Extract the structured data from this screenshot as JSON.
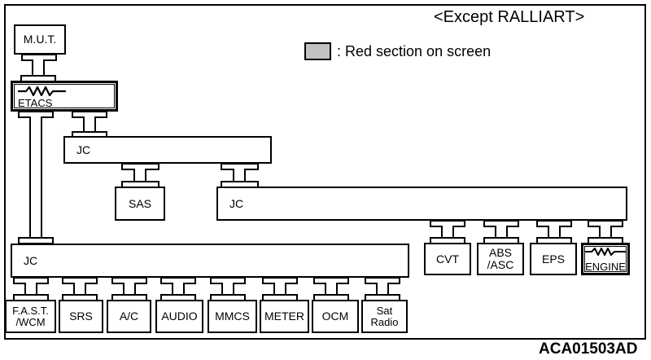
{
  "figure": {
    "title": "<Except RALLIART>",
    "code": "ACA01503AD",
    "legend": {
      "swatch_color": "#c2c2c2",
      "text": ": Red section on screen"
    }
  },
  "nodes": {
    "mut": "M.U.T.",
    "etacs": "ETACS",
    "jc_mid": "JC",
    "jc_long": "JC",
    "jc_bottom": "JC",
    "sas": "SAS",
    "cvt": "CVT",
    "abs_asc": "ABS\n/ASC",
    "eps": "EPS",
    "engine": "ENGINE",
    "fast_wcm": "F.A.S.T.\n/WCM",
    "srs": "SRS",
    "ac": "A/C",
    "audio": "AUDIO",
    "mmcs": "MMCS",
    "meter": "METER",
    "ocm": "OCM",
    "sat_radio": "Sat\nRadio"
  },
  "diagram_data": {
    "type": "block-diagram",
    "description": "CAN bus network topology diagram",
    "buses": [
      {
        "id": "jc_mid",
        "label": "JC",
        "connects": [
          "etacs",
          "sas",
          "jc_long"
        ]
      },
      {
        "id": "jc_long",
        "label": "JC",
        "connects": [
          "jc_mid",
          "cvt",
          "abs_asc",
          "eps",
          "engine"
        ]
      },
      {
        "id": "jc_bottom",
        "label": "JC",
        "connects": [
          "etacs",
          "fast_wcm",
          "srs",
          "ac",
          "audio",
          "mmcs",
          "meter",
          "ocm",
          "sat_radio"
        ]
      }
    ],
    "special_modules": [
      "etacs",
      "engine"
    ],
    "bottom_modules": [
      "F.A.S.T./WCM",
      "SRS",
      "A/C",
      "AUDIO",
      "MMCS",
      "METER",
      "OCM",
      "Sat Radio"
    ],
    "right_modules": [
      "CVT",
      "ABS/ASC",
      "EPS",
      "ENGINE"
    ]
  }
}
